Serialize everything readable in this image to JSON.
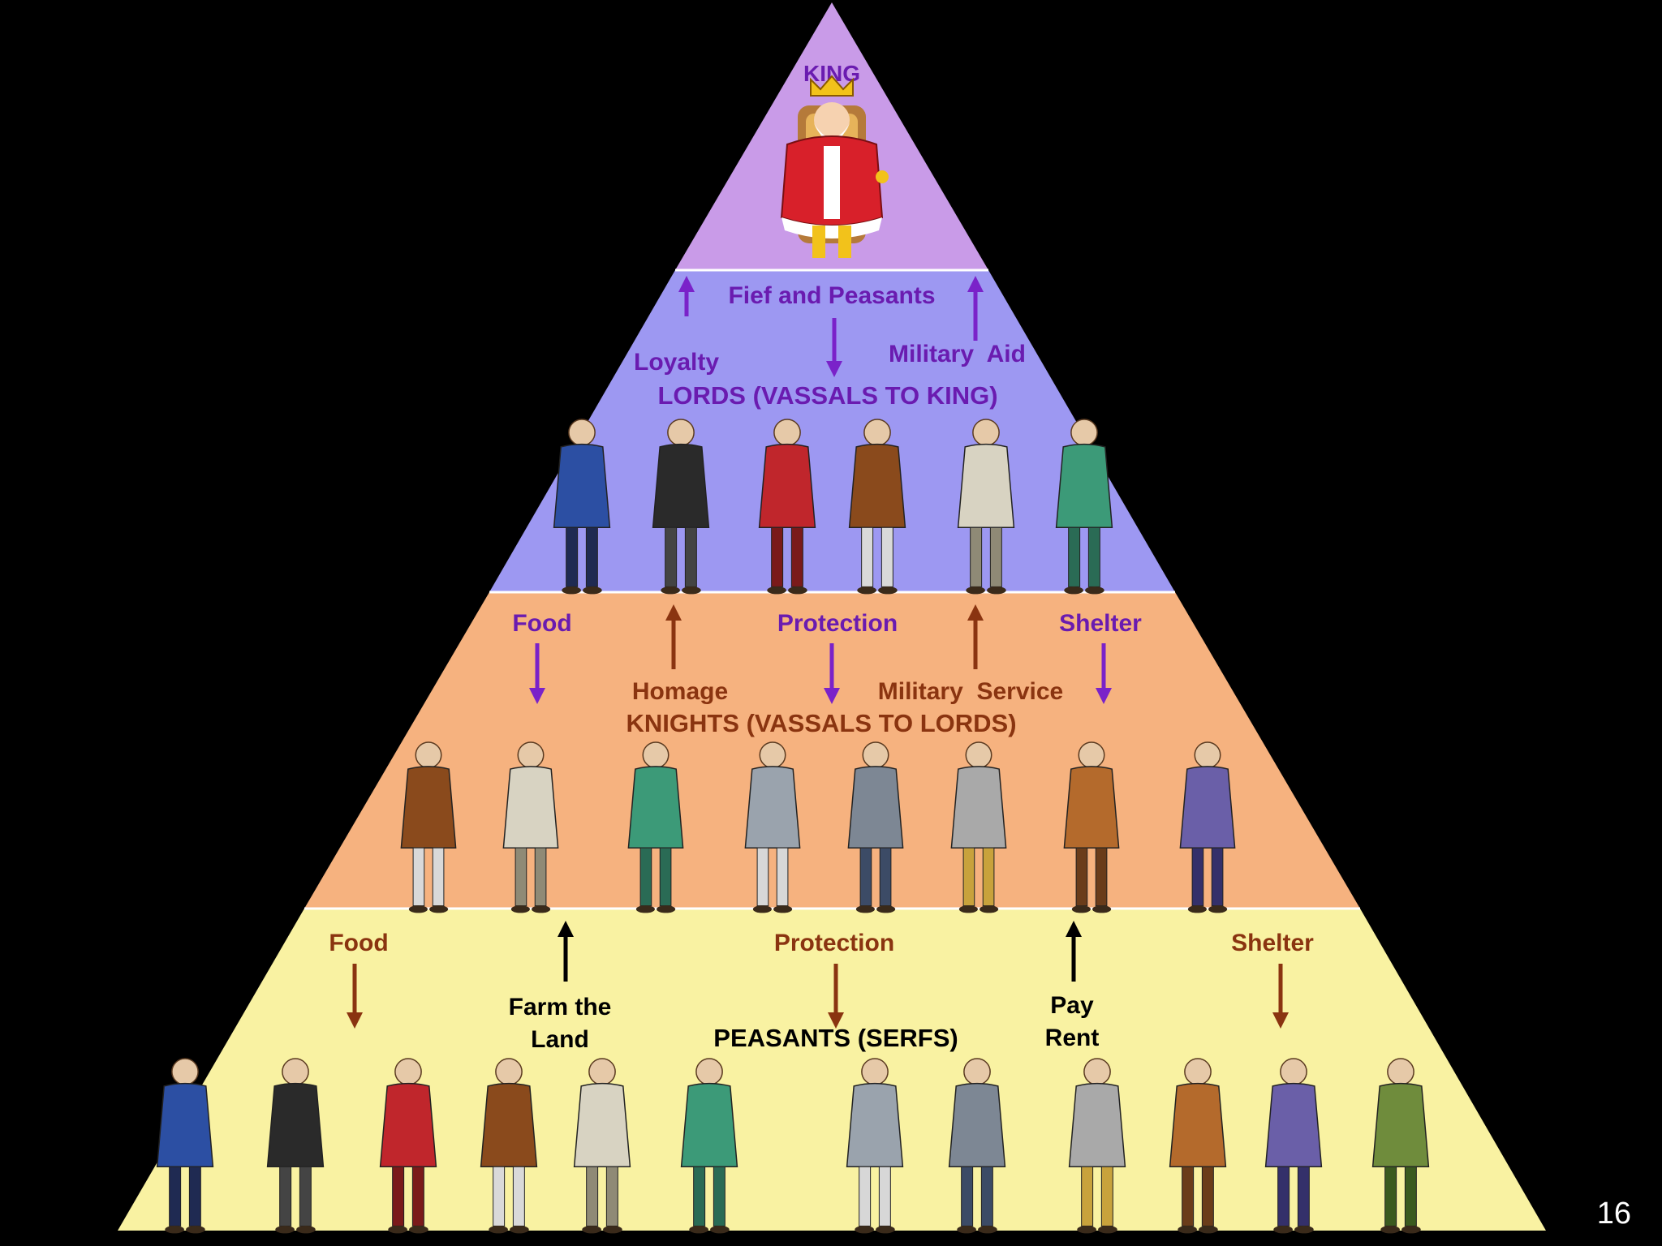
{
  "colors": {
    "background": "#000000",
    "tier_king": "#c99be8",
    "tier_lords": "#9d98f2",
    "tier_knights": "#f6b27f",
    "tier_peasants": "#f9f2a2",
    "divider": "#ffffff",
    "purple_text": "#6a1bb0",
    "brown_text": "#8a3410",
    "black_text": "#000000",
    "purple_arrow": "#7a22c9",
    "brown_arrow": "#8a3410",
    "black_arrow": "#000000"
  },
  "tiers": {
    "king": {
      "title": "KING"
    },
    "lords": {
      "title": "LORDS (VASSALS TO KING)",
      "from_above": "Fief and Peasants",
      "to_above_left": "Loyalty",
      "to_above_right": "Military  Aid"
    },
    "knights": {
      "title": "KNIGHTS (VASSALS TO LORDS)",
      "from_above": [
        "Food",
        "Protection",
        "Shelter"
      ],
      "to_above": [
        "Homage",
        "Military  Service"
      ]
    },
    "peasants": {
      "title": "PEASANTS (SERFS)",
      "from_above": [
        "Food",
        "Protection",
        "Shelter"
      ],
      "to_above": [
        "Farm the",
        "Land",
        "Pay",
        "Rent"
      ]
    }
  },
  "figures": {
    "king": [
      {
        "icon": "king-on-throne-icon"
      }
    ],
    "lords": [
      {
        "icon": "noble-blue-robe-icon"
      },
      {
        "icon": "monk-black-robe-icon"
      },
      {
        "icon": "noble-red-cloak-icon"
      },
      {
        "icon": "nobleman-brown-icon"
      },
      {
        "icon": "bishop-with-crozier-icon"
      },
      {
        "icon": "noble-green-icon"
      }
    ],
    "knights": [
      {
        "icon": "knight-yellow-hose-icon"
      },
      {
        "icon": "knight-with-sword-icon"
      },
      {
        "icon": "knight-red-cross-shield-icon"
      },
      {
        "icon": "knight-green-sleeves-icon"
      },
      {
        "icon": "knight-brown-tunic-icon"
      },
      {
        "icon": "knight-with-spear-icon"
      },
      {
        "icon": "knight-red-shield-icon"
      },
      {
        "icon": "knight-blue-shield-icon"
      }
    ],
    "peasants": [
      {
        "icon": "peasant-with-hoe-icon"
      },
      {
        "icon": "woman-cooking-icon"
      },
      {
        "icon": "peasant-with-pail-icon"
      },
      {
        "icon": "woman-carrying-basket-icon"
      },
      {
        "icon": "monk-grey-robe-icon"
      },
      {
        "icon": "peasant-sitting-icon"
      },
      {
        "icon": "peasant-green-hood-icon"
      },
      {
        "icon": "craftsman-hammer-icon"
      },
      {
        "icon": "friar-brown-robe-icon"
      },
      {
        "icon": "woman-with-tambourine-icon"
      },
      {
        "icon": "man-carrying-child-icon"
      },
      {
        "icon": "woman-with-rake-icon"
      }
    ]
  },
  "slide_number": "16"
}
